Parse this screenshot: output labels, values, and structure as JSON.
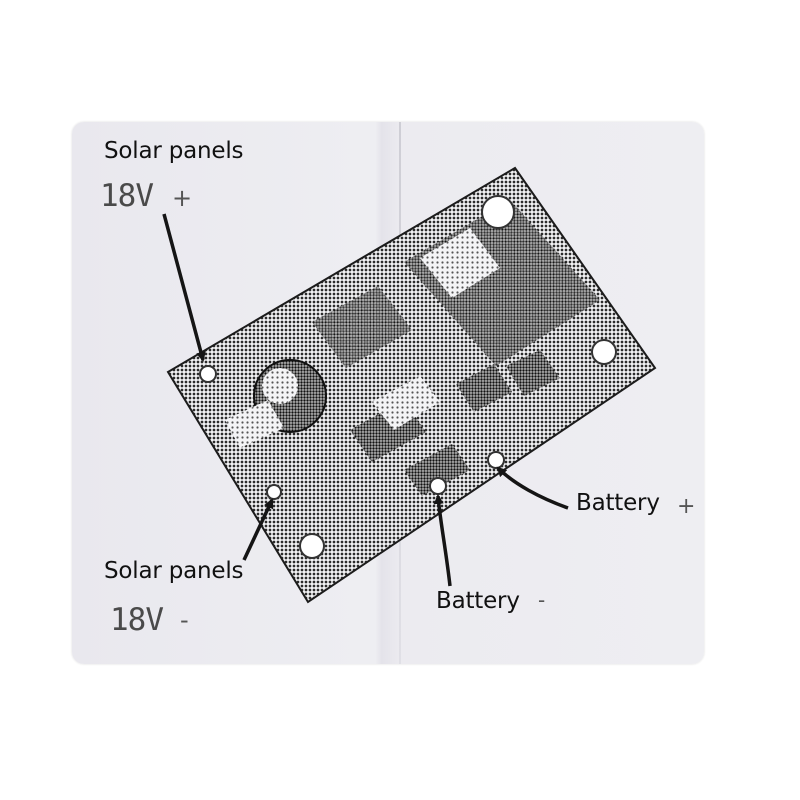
{
  "labels": {
    "top_left_title": "Solar panels",
    "top_left_value": "18V",
    "top_left_sign": "+",
    "bottom_left_title": "Solar panels",
    "bottom_left_value": "18V",
    "bottom_left_sign": "-",
    "battery_positive_title": "Battery",
    "battery_positive_sign": "+",
    "battery_negative_title": "Battery",
    "battery_negative_sign": "-"
  },
  "colors": {
    "card": "#eeeef2",
    "board_dots": "#2b2b2b",
    "text": "#111111",
    "arrow": "#151515"
  }
}
